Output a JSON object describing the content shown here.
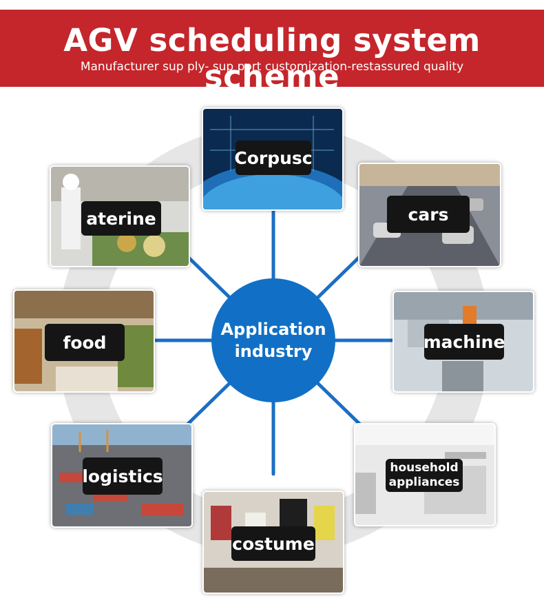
{
  "header": {
    "title": "AGV scheduling system scheme",
    "subtitle": "Manufacturer sup ply- sup port customization-restassured quality"
  },
  "hub": {
    "line1": "Application",
    "line2": "industry"
  },
  "industries": {
    "corpusc": "Corpusc",
    "aterine": "aterine",
    "cars": "cars",
    "food": "food",
    "machine": "machine",
    "logistics": "logistics",
    "household_line1": "household",
    "household_line2": "appliances",
    "costume": "costume"
  },
  "colors": {
    "banner": "#c4262b",
    "hub": "#1170c6",
    "ring": "#e8e8e8",
    "label_bg": "#151515"
  }
}
